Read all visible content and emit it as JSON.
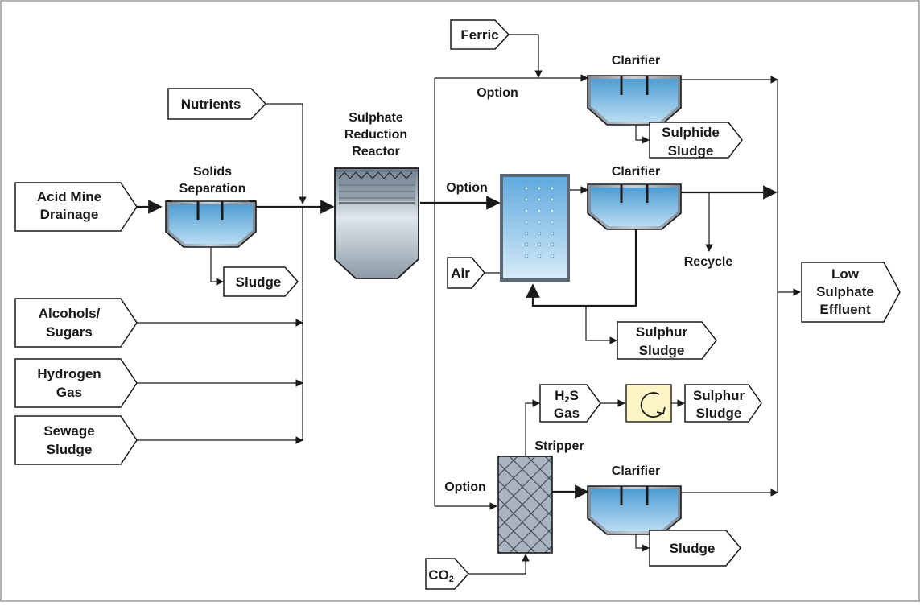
{
  "inputs": {
    "acid_mine_drainage": [
      "Acid Mine",
      "Drainage"
    ],
    "nutrients": "Nutrients",
    "alcohols_sugars": [
      "Alcohols/",
      "Sugars"
    ],
    "hydrogen_gas": [
      "Hydrogen",
      "Gas"
    ],
    "sewage_sludge": [
      "Sewage",
      "Sludge"
    ],
    "ferric": "Ferric",
    "air": "Air",
    "co2": {
      "text": "CO",
      "sub": "2"
    }
  },
  "units": {
    "solids_separation": [
      "Solids",
      "Separation"
    ],
    "sulphate_reduction_reactor": [
      "Sulphate",
      "Reduction",
      "Reactor"
    ],
    "clarifier_top": "Clarifier",
    "clarifier_middle": "Clarifier",
    "clarifier_bottom": "Clarifier",
    "stripper": "Stripper"
  },
  "options": {
    "top": "Option",
    "middle": "Option",
    "bottom": "Option"
  },
  "outputs": {
    "sludge_solids": "Sludge",
    "sulphide_sludge": [
      "Sulphide",
      "Sludge"
    ],
    "recycle": "Recycle",
    "sulphur_sludge_middle": [
      "Sulphur",
      "Sludge"
    ],
    "h2s_gas": {
      "line1_main": "H",
      "line1_sub": "2",
      "line1_rest": "S",
      "line2": "Gas"
    },
    "sulphur_sludge_bottom": [
      "Sulphur",
      "Sludge"
    ],
    "sludge_bottom": "Sludge",
    "low_sulphate_effluent": [
      "Low",
      "Sulphate",
      "Effluent"
    ]
  },
  "colors": {
    "water_blue": "#5fa6d6",
    "tank_grey": "#8a96a3",
    "converter_fill": "#fdf5c6",
    "stripper_fill": "#aab4c0"
  }
}
